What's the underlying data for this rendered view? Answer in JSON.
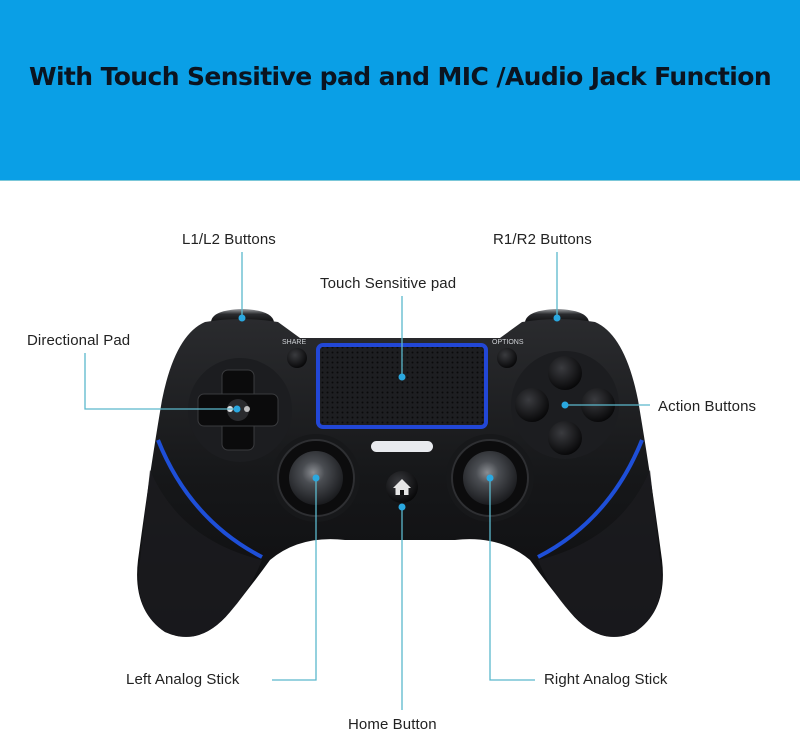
{
  "banner": {
    "title": "With Touch Sensitive pad and MIC /Audio Jack Function",
    "background_color": "#0A9FE6",
    "text_color": "#0B1420"
  },
  "controller": {
    "body_color": "#141517",
    "accent_color": "#1E4FD8",
    "share_label": "SHARE",
    "options_label": "OPTIONS",
    "home_icon": "house-icon"
  },
  "callouts": {
    "line_color": "#5BB8CC",
    "dot_color": "#2AA8E0",
    "l1l2": {
      "label": "L1/L2 Buttons"
    },
    "r1r2": {
      "label": "R1/R2 Buttons"
    },
    "touchpad": {
      "label": "Touch Sensitive pad"
    },
    "dpad": {
      "label": "Directional Pad"
    },
    "action": {
      "label": "Action Buttons"
    },
    "left_stick": {
      "label": "Left Analog Stick"
    },
    "right_stick": {
      "label": "Right Analog Stick"
    },
    "home": {
      "label": "Home Button"
    }
  }
}
